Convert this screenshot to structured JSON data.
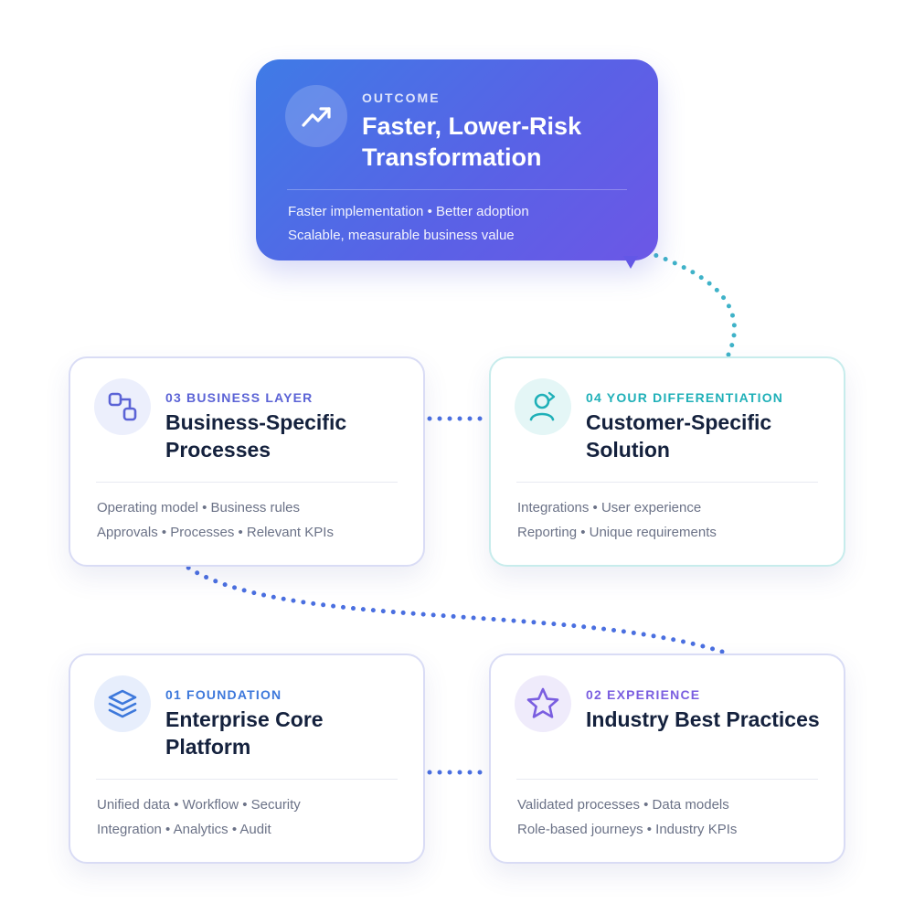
{
  "outcome": {
    "eyebrow": "OUTCOME",
    "title": "Faster, Lower-Risk Transformation",
    "line1": "Faster implementation • Better adoption",
    "line2": "Scalable, measurable business value",
    "icon": "trending-up-icon"
  },
  "cards": {
    "business": {
      "eyebrow": "03 BUSINESS LAYER",
      "title": "Business-Specific Processes",
      "line1": "Operating model • Business rules",
      "line2": "Approvals • Processes • Relevant KPIs",
      "icon": "workflow-icon",
      "accent": "#5b63d6"
    },
    "differentiation": {
      "eyebrow": "04 YOUR DIFFERENTIATION",
      "title": "Customer-Specific Solution",
      "line1": "Integrations • User experience",
      "line2": "Reporting • Unique requirements",
      "icon": "user-arrow-icon",
      "accent": "#1fb0b8"
    },
    "foundation": {
      "eyebrow": "01 FOUNDATION",
      "title": "Enterprise Core Platform",
      "line1": "Unified data • Workflow • Security",
      "line2": "Integration • Analytics • Audit",
      "icon": "layers-icon",
      "accent": "#3d78db"
    },
    "experience": {
      "eyebrow": "02 EXPERIENCE",
      "title": "Industry Best Practices",
      "line1": "Validated processes • Data models",
      "line2": "Role-based journeys • Industry KPIs",
      "icon": "star-icon",
      "accent": "#7a5ee0"
    }
  },
  "colors": {
    "connector_blue": "#4a6fe0",
    "connector_teal": "#3fb2c8",
    "title_text": "#14213d",
    "body_text": "#6b7287"
  }
}
